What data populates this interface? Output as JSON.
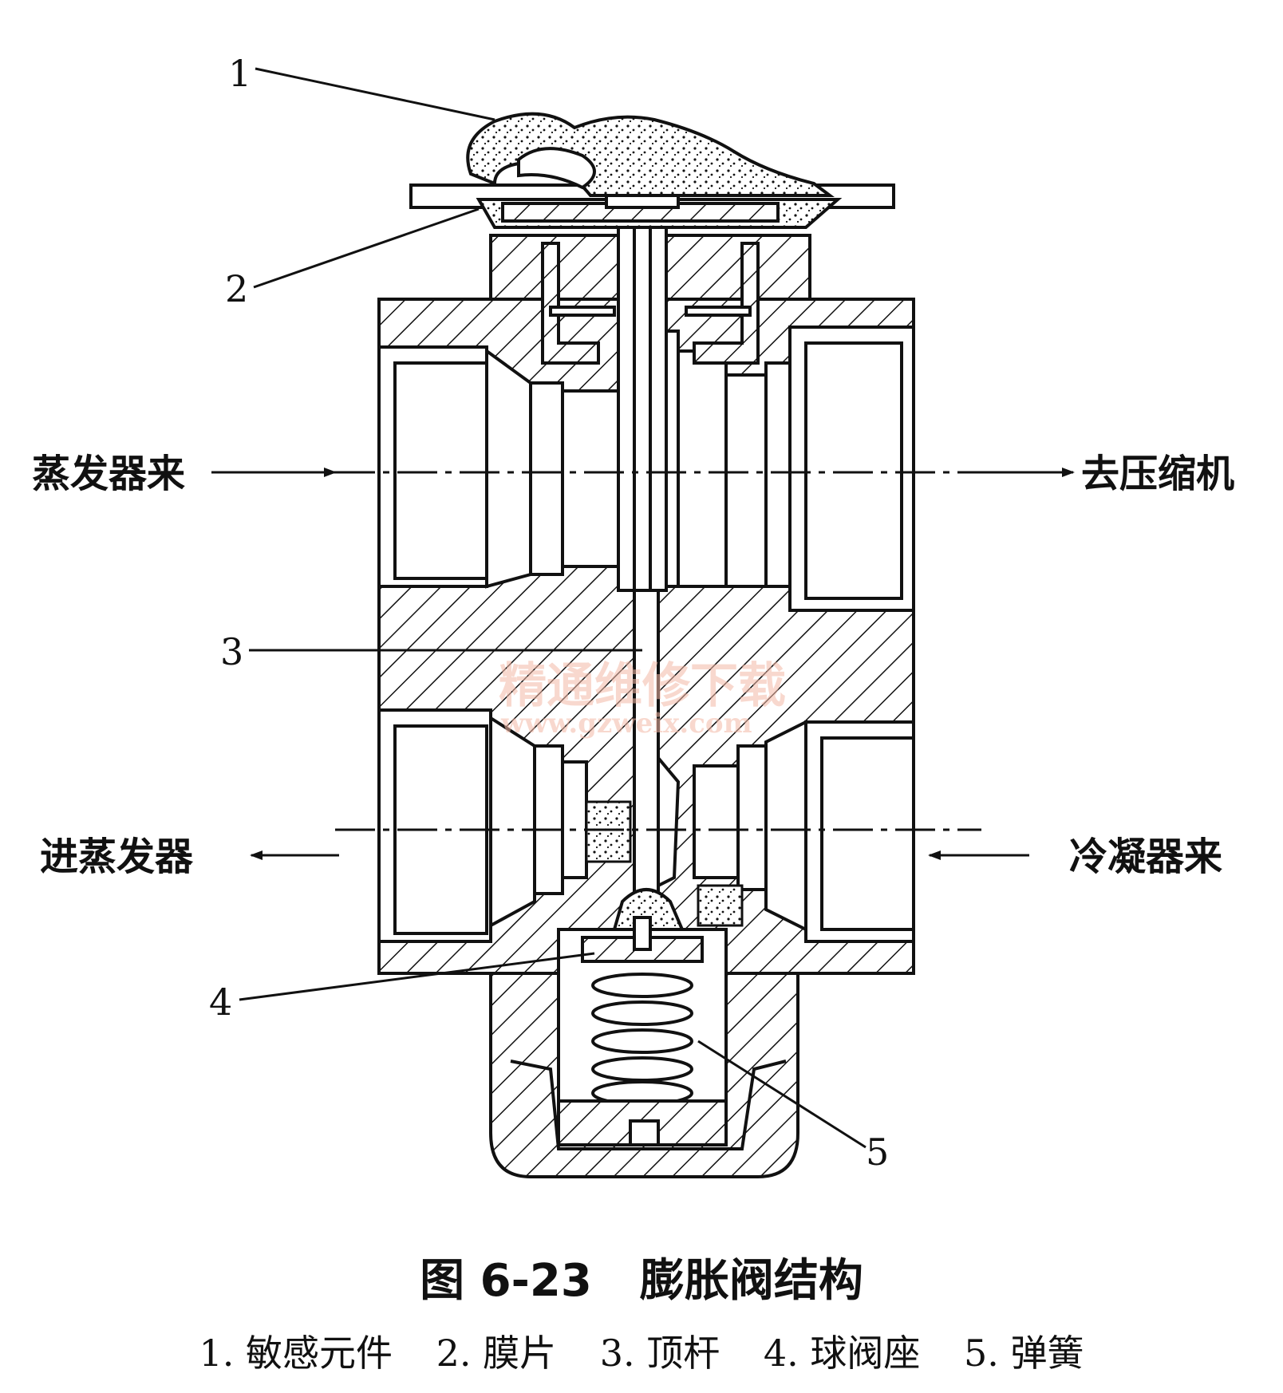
{
  "flow_labels": {
    "evaporator_in": "蒸发器来",
    "to_compressor": "去压缩机",
    "to_evaporator": "进蒸发器",
    "condenser_in": "冷凝器来"
  },
  "parts": [
    {
      "num": "1",
      "name": "敏感元件"
    },
    {
      "num": "2",
      "name": "膜片"
    },
    {
      "num": "3",
      "name": "顶杆"
    },
    {
      "num": "4",
      "name": "球阀座"
    },
    {
      "num": "5",
      "name": "弹簧"
    }
  ],
  "figure": {
    "number": "图 6-23",
    "title": "膨胀阀结构"
  },
  "legend": [
    "1. 敏感元件",
    "2. 膜片",
    "3. 顶杆",
    "4. 球阀座",
    "5. 弹簧"
  ],
  "watermark": {
    "text": "精通维修下载",
    "url": "www.gzweix.com"
  },
  "colors": {
    "ink": "#111111",
    "watermark": "#f4b9a7"
  }
}
